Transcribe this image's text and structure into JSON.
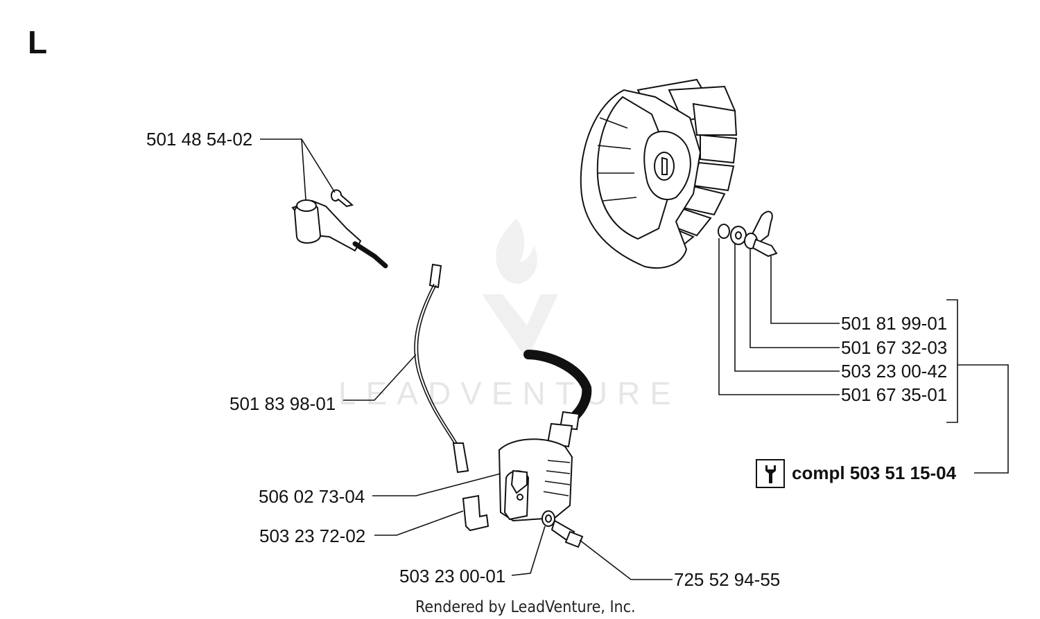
{
  "section_letter": "L",
  "watermark": {
    "text": "LEADVENTURE",
    "icon": "flame-v-logo-icon"
  },
  "credit": "Rendered by LeadVenture, Inc.",
  "parts": {
    "ignition_lead_end": "501 48 54-02",
    "short_circuit_cable": "501 83 98-01",
    "ignition_module": "506 02 73-04",
    "clip": "503 23 72-02",
    "washer_module": "503 23 00-01",
    "screw_module": "725 52 94-55",
    "nut": "501 81 99-01",
    "pawl_washer": "501 67 32-03",
    "washer_flywheel": "503 23 00-42",
    "pawl": "501 67 35-01"
  },
  "kit": {
    "label": "compl 503 51 15-04",
    "icon": "wrench-icon"
  }
}
